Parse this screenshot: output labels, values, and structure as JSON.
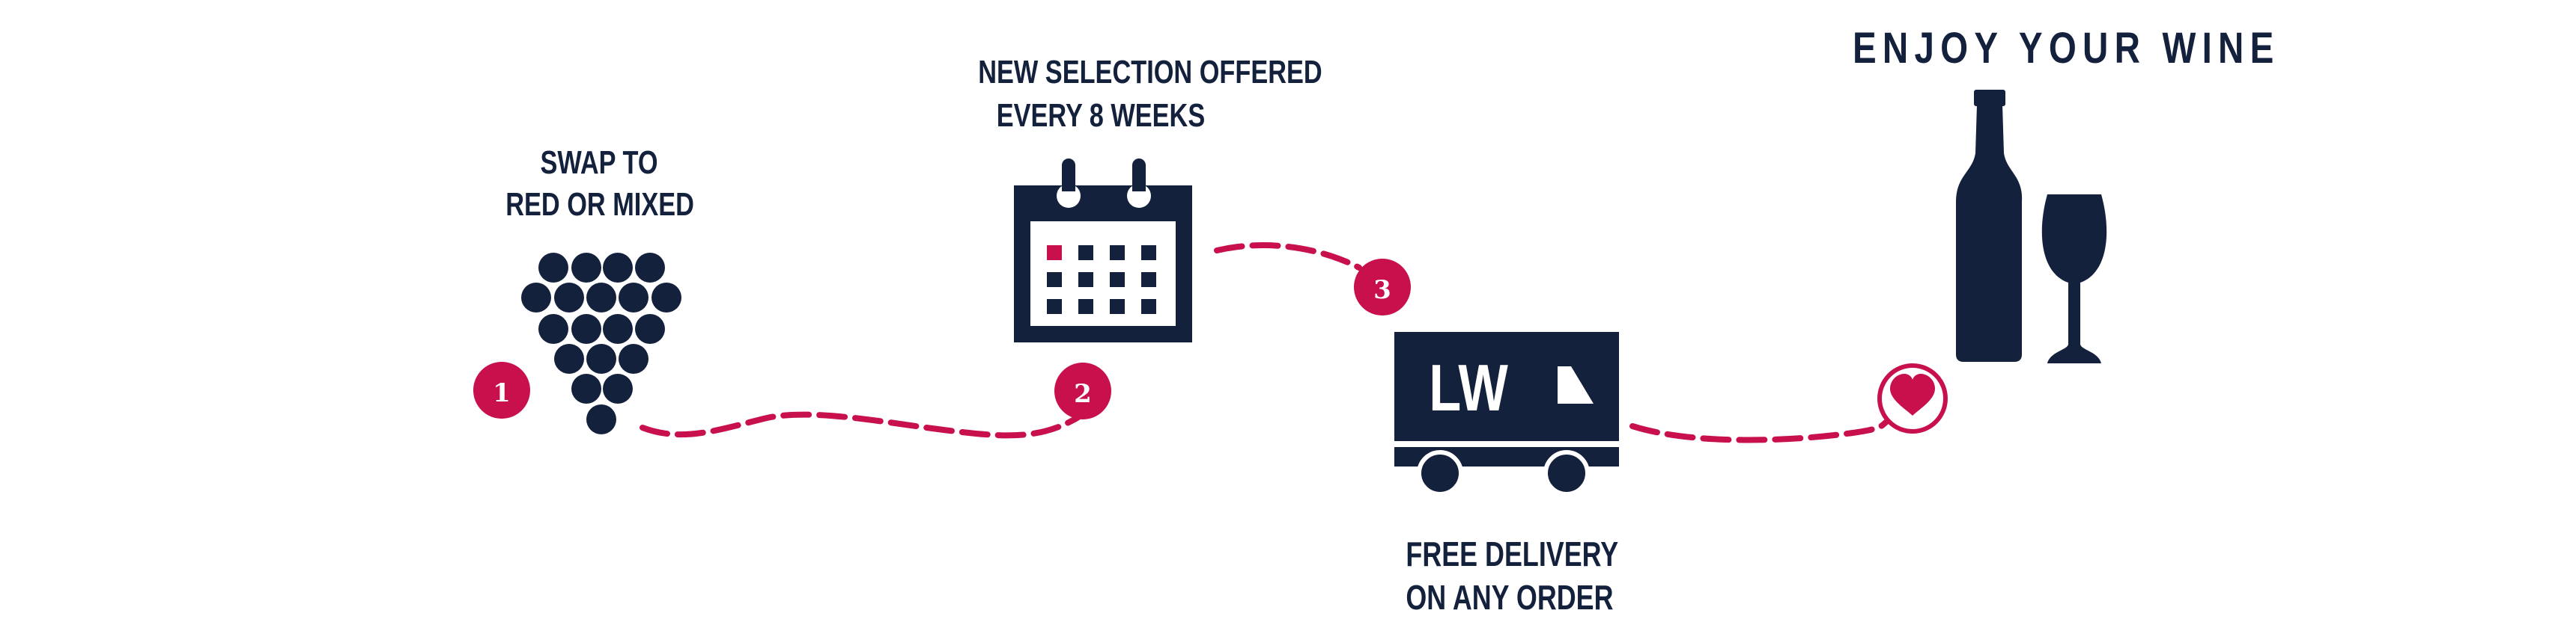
{
  "colors": {
    "navy": "#14213d",
    "accent": "#c8104d",
    "background": "#ffffff"
  },
  "steps": [
    {
      "number": "1",
      "icon": "grapes-icon",
      "lines": [
        "SWAP TO",
        "RED OR MIXED"
      ]
    },
    {
      "number": "2",
      "icon": "calendar-icon",
      "lines": [
        "NEW SELECTION OFFERED",
        "EVERY 8 WEEKS"
      ]
    },
    {
      "number": "3",
      "icon": "delivery-truck-icon",
      "truck_text": "LW",
      "lines": [
        "FREE DELIVERY",
        "ON ANY ORDER"
      ]
    },
    {
      "number": "",
      "icon": "heart-icon",
      "final_icon": "wine-bottle-and-glass-icon",
      "lines": [
        "ENJOY YOUR WINE"
      ]
    }
  ]
}
